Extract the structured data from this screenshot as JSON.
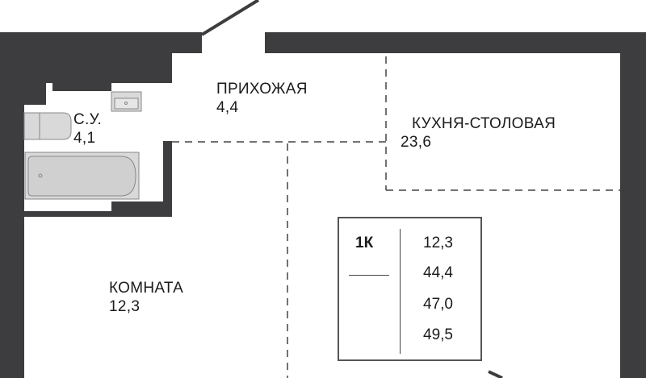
{
  "colors": {
    "wall": "#3d3d3f",
    "fixture": "#d9d9d9",
    "line": "#444444"
  },
  "rooms": [
    {
      "name": "ПРИХОЖАЯ",
      "area": "4,4"
    },
    {
      "name": "С.У.",
      "area": "4,1"
    },
    {
      "name": "КУХНЯ-СТОЛОВАЯ",
      "area": "23,6"
    },
    {
      "name": "КОМНАТА",
      "area": "12,3"
    }
  ],
  "summary": {
    "type": "1К",
    "values": [
      "12,3",
      "44,4",
      "47,0",
      "49,5"
    ]
  }
}
